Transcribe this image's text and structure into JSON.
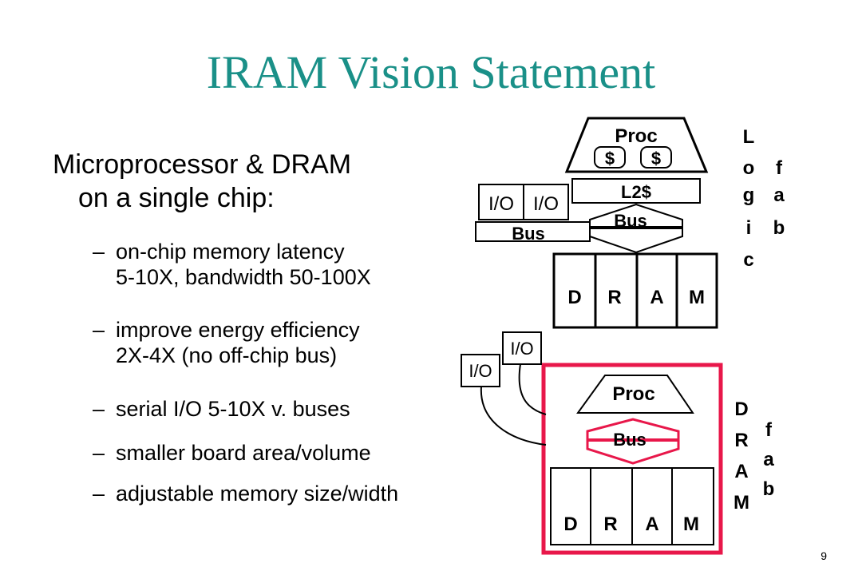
{
  "slide": {
    "title": "IRAM Vision Statement",
    "main_line1": "Microprocessor & DRAM",
    "main_line2": "on a single chip:",
    "bullets": [
      {
        "dash": "–",
        "lines": [
          "on-chip memory latency",
          "5-10X, bandwidth 50-100X"
        ]
      },
      {
        "dash": "–",
        "lines": [
          "improve energy efficiency",
          "2X-4X (no off-chip bus)"
        ]
      },
      {
        "dash": "–",
        "lines": [
          "serial I/O 5-10X v. buses"
        ]
      },
      {
        "dash": "–",
        "lines": [
          "smaller board area/volume"
        ]
      },
      {
        "dash": "–",
        "lines": [
          "adjustable memory size/width"
        ]
      }
    ],
    "page_number": "9"
  },
  "diagram_top": {
    "proc": "Proc",
    "cache": "$",
    "l2": "L2$",
    "io": "I/O",
    "bus_inner": "Bus",
    "bus_outer": "Bus",
    "dram_letters": [
      "D",
      "R",
      "A",
      "M"
    ],
    "label_logic": [
      "L",
      "o",
      "g",
      "i",
      "c"
    ],
    "label_fab": [
      "f",
      "a",
      "b"
    ]
  },
  "diagram_bottom": {
    "proc": "Proc",
    "bus": "Bus",
    "io": "I/O",
    "dram_letters": [
      "D",
      "R",
      "A",
      "M"
    ],
    "label_dram": [
      "D",
      "R",
      "A",
      "M"
    ],
    "label_fab": [
      "f",
      "a",
      "b"
    ],
    "accent_color": "#e8174a"
  }
}
